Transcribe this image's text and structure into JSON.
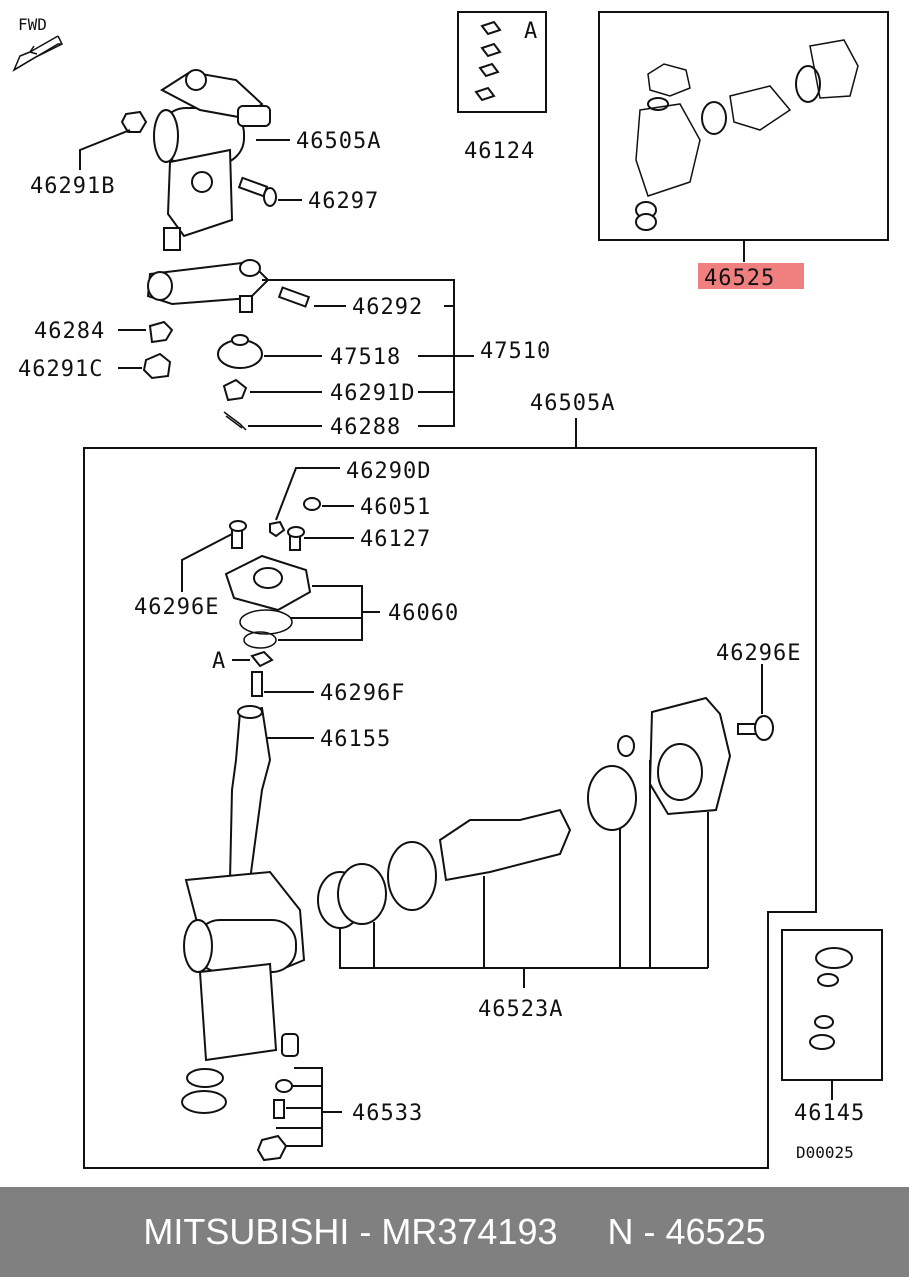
{
  "fwd_label": "FWD",
  "diagram_code": "D00025",
  "highlight_color": "#f08080",
  "labels": {
    "p46505A_top": "46505A",
    "p46291B": "46291B",
    "p46297": "46297",
    "p46124": "46124",
    "kitA": "A",
    "p46525": "46525",
    "p46292": "46292",
    "p46284": "46284",
    "p47510": "47510",
    "p46291C": "46291C",
    "p47518": "47518",
    "p46291D": "46291D",
    "p46288": "46288",
    "p46505A_box": "46505A",
    "p46290D": "46290D",
    "p46051": "46051",
    "p46127": "46127",
    "p46296E_left": "46296E",
    "p46060": "46060",
    "refA": "A",
    "p46296F": "46296F",
    "p46155": "46155",
    "p46296E_right": "46296E",
    "p46523A": "46523A",
    "p46533": "46533",
    "p46145": "46145"
  },
  "footer": {
    "brand": "MITSUBISHI",
    "sep1": " - ",
    "part_number": "MR374193",
    "gap": "     ",
    "ref": "N - 46525"
  }
}
